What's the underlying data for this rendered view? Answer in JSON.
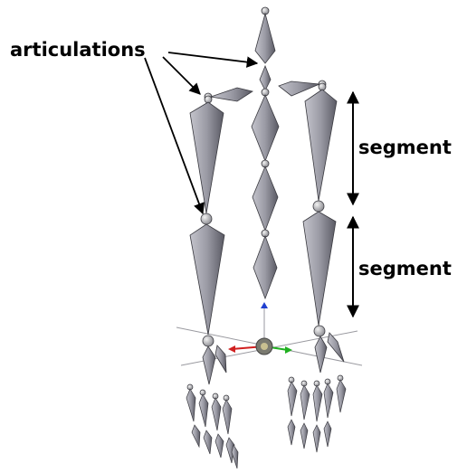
{
  "labels": {
    "articulations": "articulations",
    "segment_upper": "segment",
    "segment_lower": "segment"
  },
  "colors": {
    "bone_light": "#b4b4bc",
    "bone_mid": "#8e8e98",
    "bone_dark": "#5d5d67",
    "bone_outline": "#3a3a40",
    "arrow": "#000000",
    "axis_red": "#d02020",
    "axis_green": "#20b020",
    "axis_blue": "#2040d0"
  }
}
